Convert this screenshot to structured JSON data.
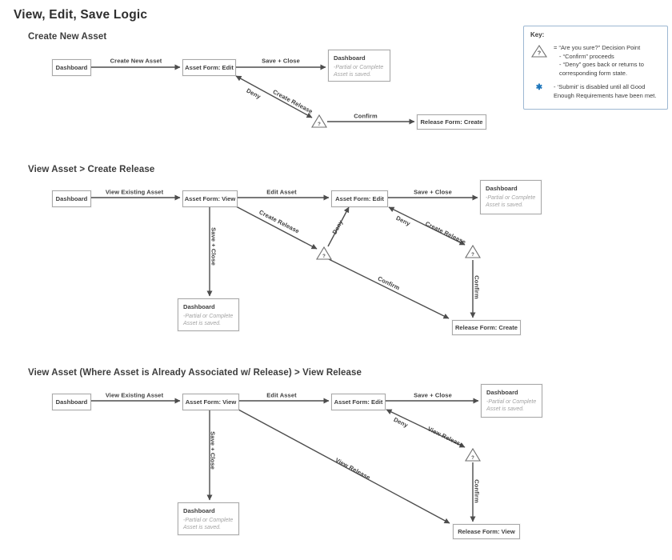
{
  "page": {
    "title": "View, Edit, Save Logic"
  },
  "colors": {
    "key_border": "#9db8d2",
    "submit_asterisk": "#1c75bb",
    "arrow": "#4d4d4d",
    "node_border": "#a8a8a8",
    "saved_note_text": "#a3a3a3"
  },
  "key": {
    "title": "Key:",
    "decision_symbol": "?",
    "decision_line1": "= “Are you sure?” Decision Point",
    "decision_line2": "- “Confirm” proceeds",
    "decision_line3": "- “Deny” goes back or returns to corresponding form state.",
    "submit_symbol": "✱",
    "submit_text": "- ‘Submit’ is disabled until all Good Enough Requirements have been met."
  },
  "sections": [
    {
      "heading": "Create New Asset",
      "decision_symbol": "?",
      "nodes": {
        "dashboard": "Dashboard",
        "asset_form_edit": "Asset Form: Edit",
        "dashboard_saved_title": "Dashboard",
        "dashboard_saved_note": "-Partial or Complete Asset is saved.",
        "release_form_create": "Release Form: Create"
      },
      "labels": {
        "create_new_asset": "Create New Asset",
        "save_close": "Save + Close",
        "deny": "Deny",
        "create_release": "Create Release",
        "confirm": "Confirm"
      }
    },
    {
      "heading": "View Asset > Create Release",
      "decision_symbol": "?",
      "nodes": {
        "dashboard": "Dashboard",
        "asset_form_view": "Asset Form: View",
        "asset_form_edit": "Asset Form: Edit",
        "dashboard_saved_top_title": "Dashboard",
        "dashboard_saved_top_note": "-Partial or Complete Asset is saved.",
        "dashboard_saved_bottom_title": "Dashboard",
        "dashboard_saved_bottom_note": "-Partial or Complete Asset is saved.",
        "release_form_create": "Release Form: Create"
      },
      "labels": {
        "view_existing_asset": "View Existing Asset",
        "edit_asset": "Edit Asset",
        "save_close_top": "Save + Close",
        "save_close_left": "Save + Close",
        "create_release_view": "Create Release",
        "deny_view": "Deny",
        "confirm_view": "Confirm",
        "deny_edit": "Deny",
        "create_release_edit": "Create Release",
        "confirm_edit": "Confirm"
      }
    },
    {
      "heading": "View Asset (Where Asset is Already Associated w/ Release) > View Release",
      "decision_symbol": "?",
      "nodes": {
        "dashboard": "Dashboard",
        "asset_form_view": "Asset Form: View",
        "asset_form_edit": "Asset Form: Edit",
        "dashboard_saved_top_title": "Dashboard",
        "dashboard_saved_top_note": "-Partial or Complete Asset is saved.",
        "dashboard_saved_bottom_title": "Dashboard",
        "dashboard_saved_bottom_note": "-Partial or Complete Asset is saved.",
        "release_form_view": "Release Form: View"
      },
      "labels": {
        "view_existing_asset": "View Existing Asset",
        "edit_asset": "Edit Asset",
        "save_close_top": "Save + Close",
        "save_close_left": "Save + Close",
        "view_release_long": "View Release",
        "deny": "Deny",
        "view_release_decision": "View Release",
        "confirm": "Confirm"
      }
    }
  ]
}
